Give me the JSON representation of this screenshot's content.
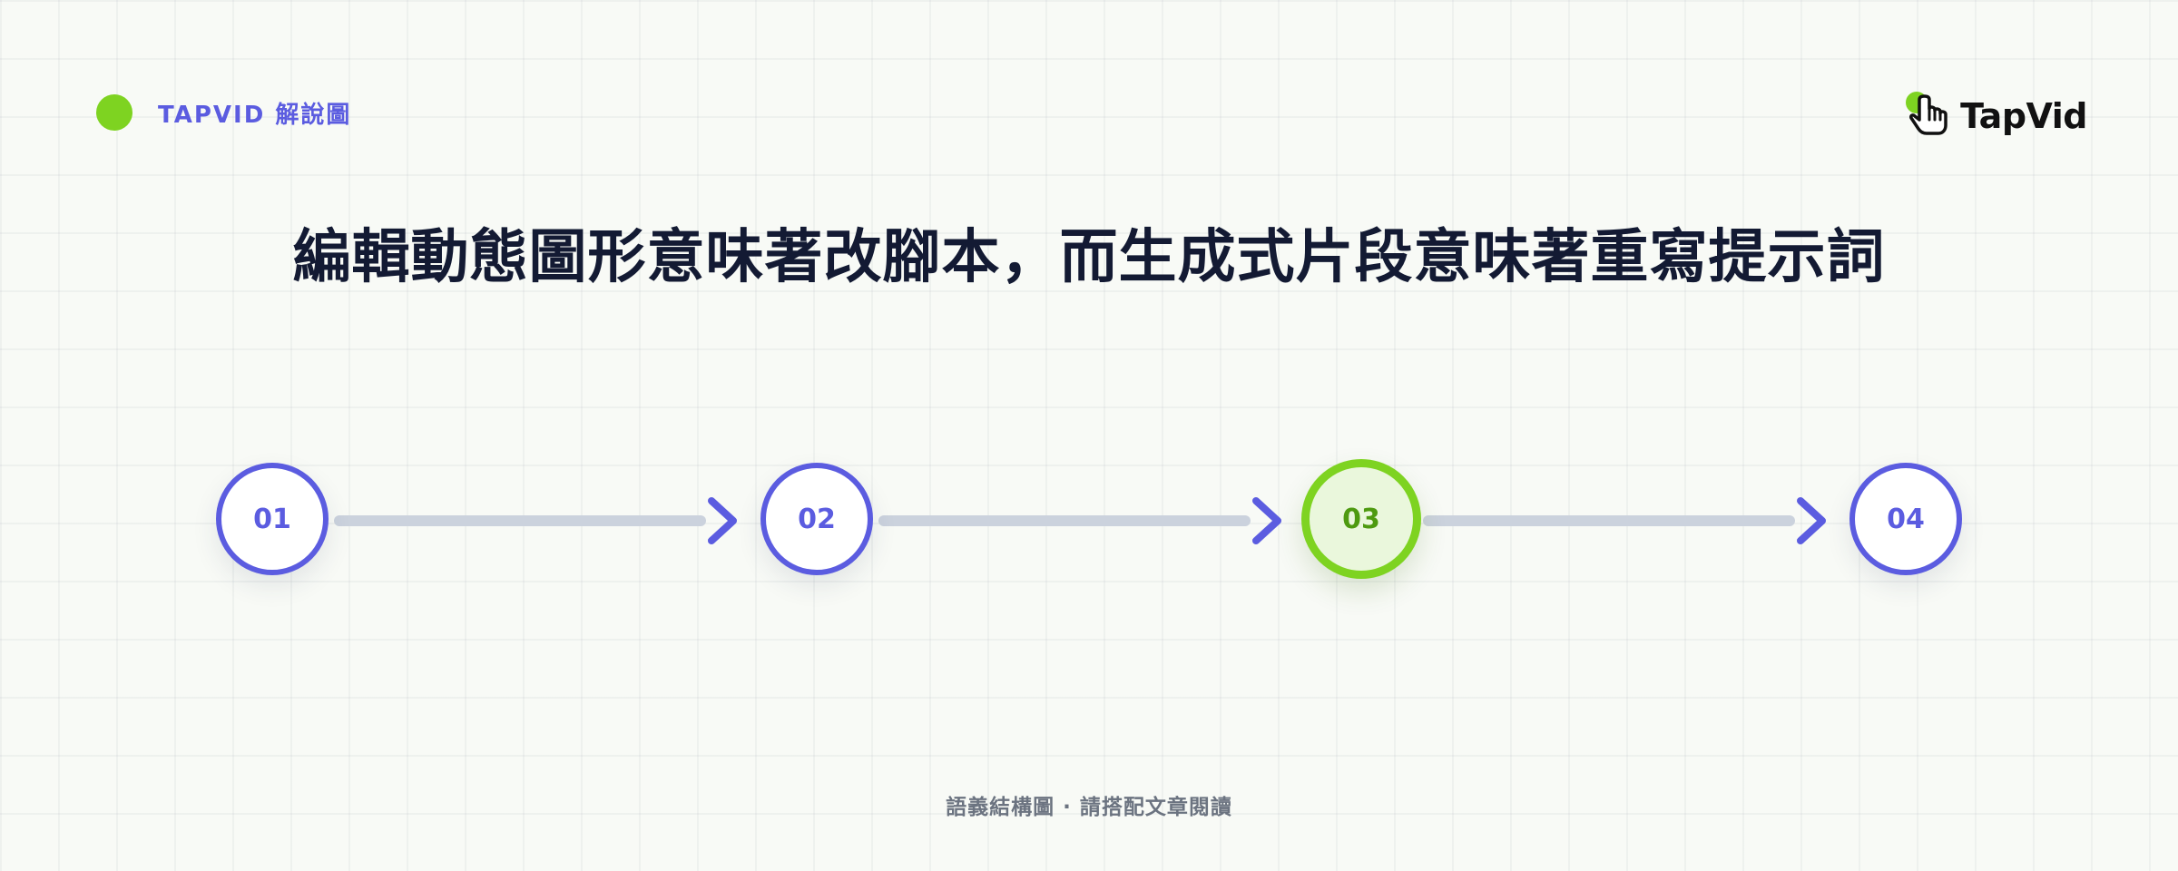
{
  "header": {
    "badge_label": "TAPVID 解說圖",
    "badge_color": "#7ed321",
    "accent_color": "#5b5ce0"
  },
  "logo": {
    "text": "TapVid",
    "icon": "pointer-hand-icon"
  },
  "title": "編輯動態圖形意味著改腳本，而生成式片段意味著重寫提示詞",
  "steps": [
    {
      "label": "01",
      "active": false
    },
    {
      "label": "02",
      "active": false
    },
    {
      "label": "03",
      "active": true
    },
    {
      "label": "04",
      "active": false
    }
  ],
  "colors": {
    "step_border": "#5b5ce0",
    "active_border": "#7ed321",
    "active_fill": "#eaf7dc",
    "connector": "#cbd2dd",
    "arrowhead": "#5b5ce0"
  },
  "footer": "語義結構圖 · 請搭配文章閱讀"
}
